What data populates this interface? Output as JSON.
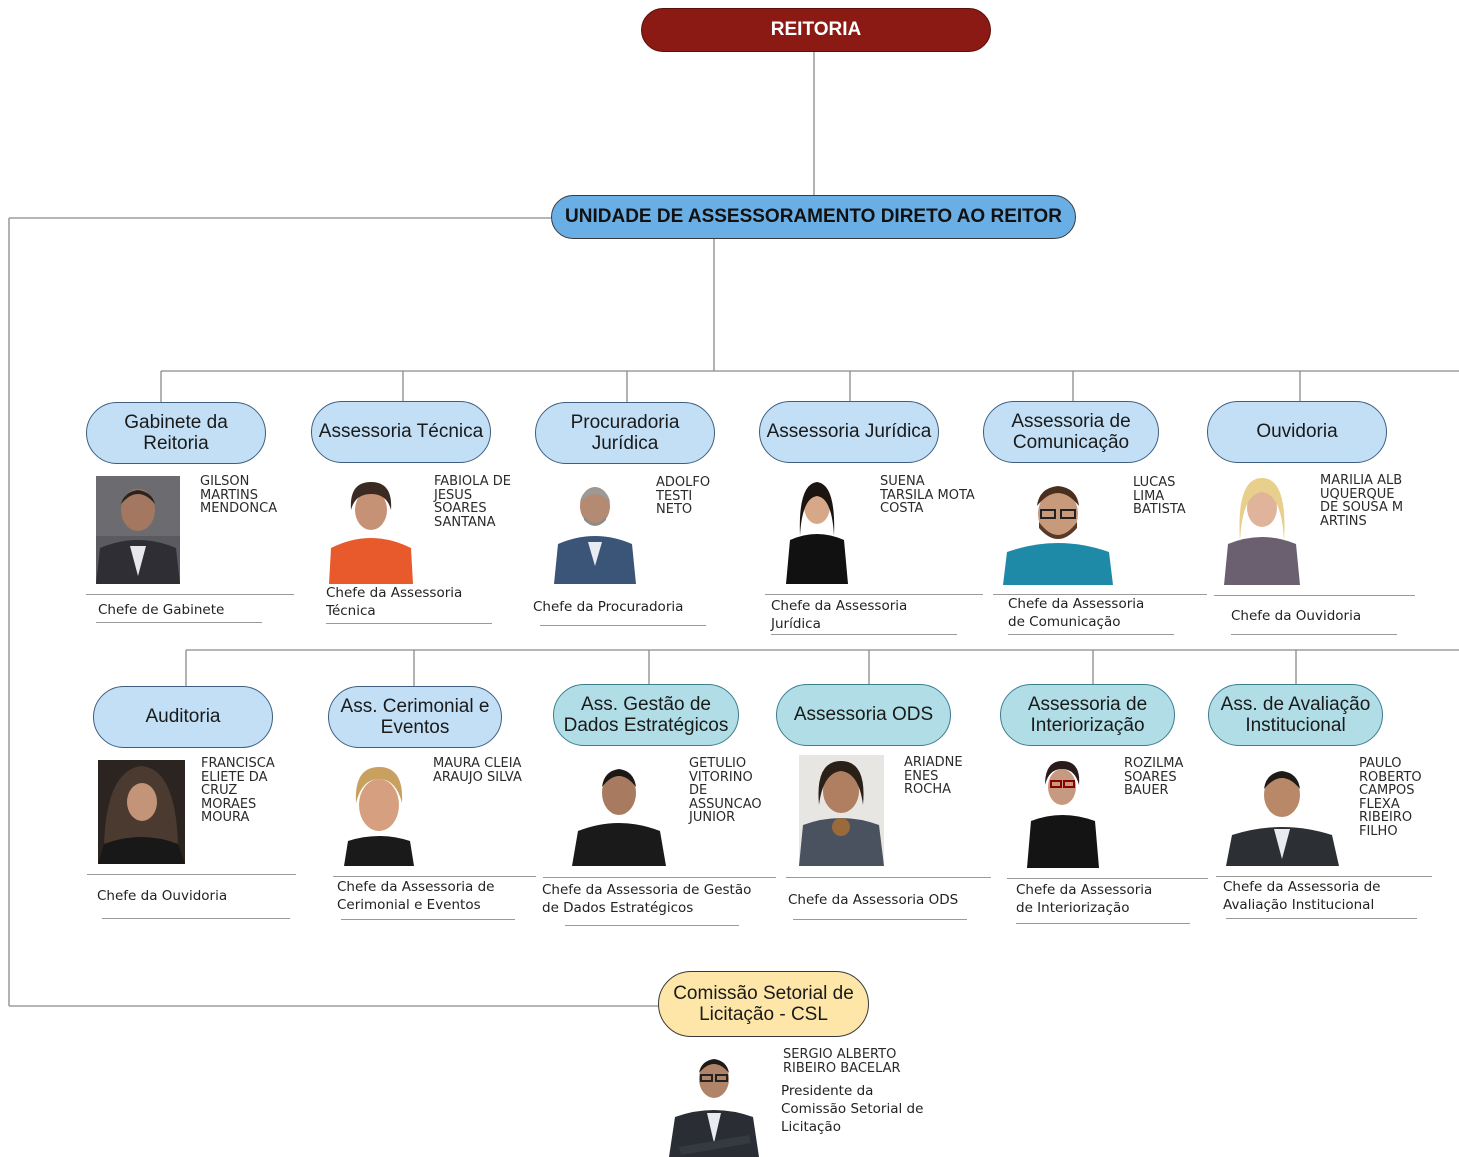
{
  "top": {
    "label": "REITORIA"
  },
  "unit": {
    "label": "UNIDADE DE ASSESSORAMENTO DIRETO AO REITOR"
  },
  "row1": [
    {
      "label": "Gabinete da Reitoria",
      "name": "GILSON MARTINS MENDONCA",
      "title": "Chefe de Gabinete"
    },
    {
      "label": "Assessoria Técnica",
      "name": "FABIOLA DE JESUS SOARES SANTANA",
      "title": "Chefe da Assessoria Técnica"
    },
    {
      "label": "Procuradoria Jurídica",
      "name": "ADOLFO TESTI NETO",
      "title": "Chefe da Procuradoria"
    },
    {
      "label": "Assessoria Jurídica",
      "name": "SUENA TARSILA MOTA COSTA",
      "title": "Chefe da Assessoria Jurídica"
    },
    {
      "label": "Assessoria de Comunicação",
      "name": "LUCAS LIMA BATISTA",
      "title": "Chefe da Assessoria de Comunicação"
    },
    {
      "label": "Ouvidoria",
      "name": "MARILIA ALBUQUERQUE DE SOUSA MARTINS",
      "title": "Chefe da Ouvidoria"
    }
  ],
  "row2": [
    {
      "label": "Auditoria",
      "name": "FRANCISCA ELIETE DA CRUZ MORAES MOURA",
      "title": "Chefe da Ouvidoria"
    },
    {
      "label": "Ass. Cerimonial e Eventos",
      "name": "MAURA CLEIA ARAUJO SILVA",
      "title": "Chefe da Assessoria de Cerimonial e Eventos"
    },
    {
      "label": "Ass. Gestão de Dados Estratégicos",
      "name": "GETULIO VITORINO DE ASSUNCAO JUNIOR",
      "title": "Chefe da Assessoria de Gestão de Dados Estratégicos"
    },
    {
      "label": "Assessoria ODS",
      "name": "ARIADNE ENES ROCHA",
      "title": "Chefe da Assessoria ODS"
    },
    {
      "label": "Assessoria de Interiorização",
      "name": "ROZILMA SOARES BAUER",
      "title": "Chefe da Assessoria de Interiorização"
    },
    {
      "label": "Ass. de Avaliação Institucional",
      "name": "PAULO ROBERTO CAMPOS FLEXA RIBEIRO FILHO",
      "title": "Chefe da Assessoria de Avaliação Institucional"
    }
  ],
  "csl": {
    "label": "Comissão Setorial de Licitação - CSL",
    "name": "SERGIO ALBERTO RIBEIRO BACELAR",
    "title": "Presidente da Comissão Setorial de Licitação"
  },
  "colors": {
    "reitoria": "#8b1a14",
    "unit": "#6aaee6",
    "dept": "#c2dff5",
    "dept_teal": "#b0dde6",
    "csl": "#fde6a8"
  }
}
